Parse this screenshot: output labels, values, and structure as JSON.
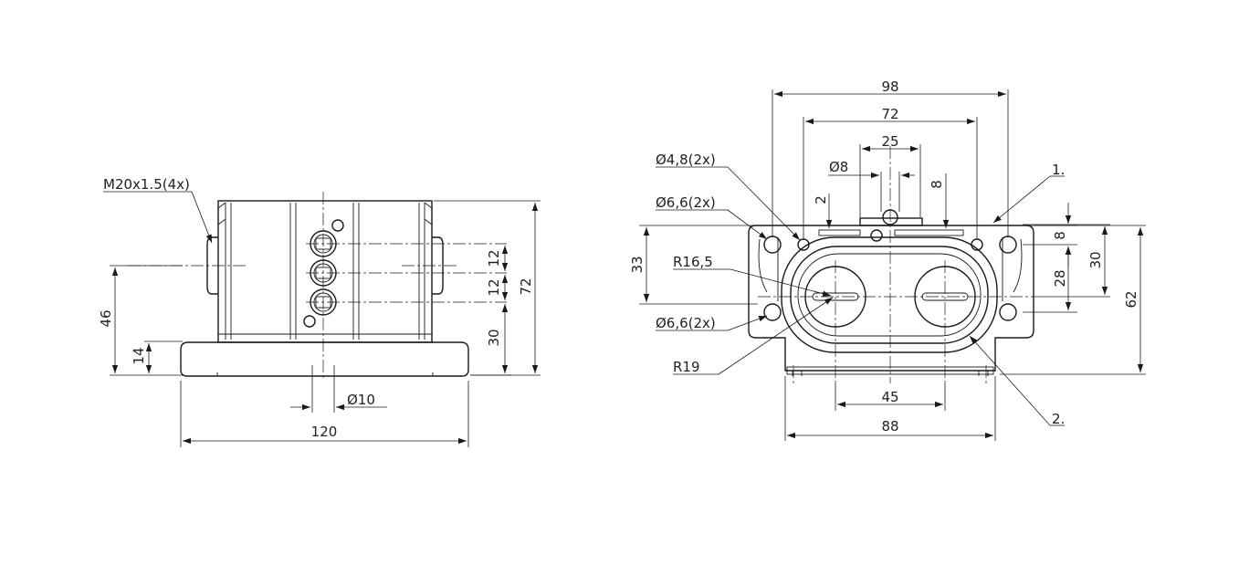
{
  "side_view": {
    "thread_label": "M20x1.5(4x)",
    "dim_46": "46",
    "dim_14": "14",
    "dim_12a": "12",
    "dim_12b": "12",
    "dim_30": "30",
    "dim_72": "72",
    "dim_dia10": "Ø10",
    "dim_120": "120"
  },
  "front_view": {
    "dim_98": "98",
    "dim_72": "72",
    "dim_25": "25",
    "dim_dia8": "Ø8",
    "dim_2": "2",
    "dim_8_top": "8",
    "callout_1": "1.",
    "callout_2": "2.",
    "dia48_label": "Ø4,8(2x)",
    "dia66_top_label": "Ø6,6(2x)",
    "dia66_bottom_label": "Ø6,6(2x)",
    "r165_label": "R16,5",
    "r19_label": "R19",
    "dim_33": "33",
    "dim_8_right": "8",
    "dim_28": "28",
    "dim_30": "30",
    "dim_62": "62",
    "dim_45": "45",
    "dim_88": "88"
  }
}
